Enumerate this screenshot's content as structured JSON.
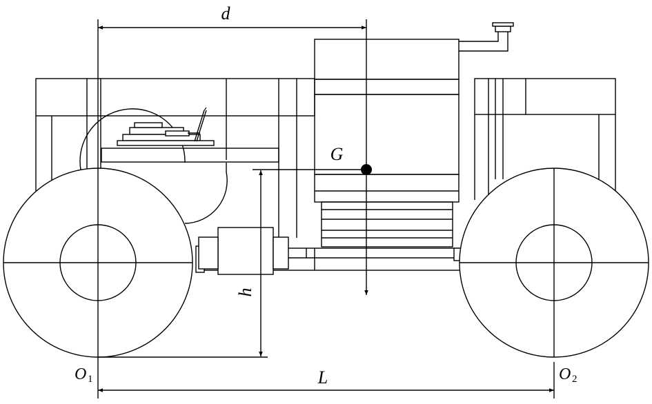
{
  "labels": {
    "d": "d",
    "G": "G",
    "h": "h",
    "L": "L",
    "O1_main": "O",
    "O1_sub": "1",
    "O2_main": "O",
    "O2_sub": "2"
  }
}
